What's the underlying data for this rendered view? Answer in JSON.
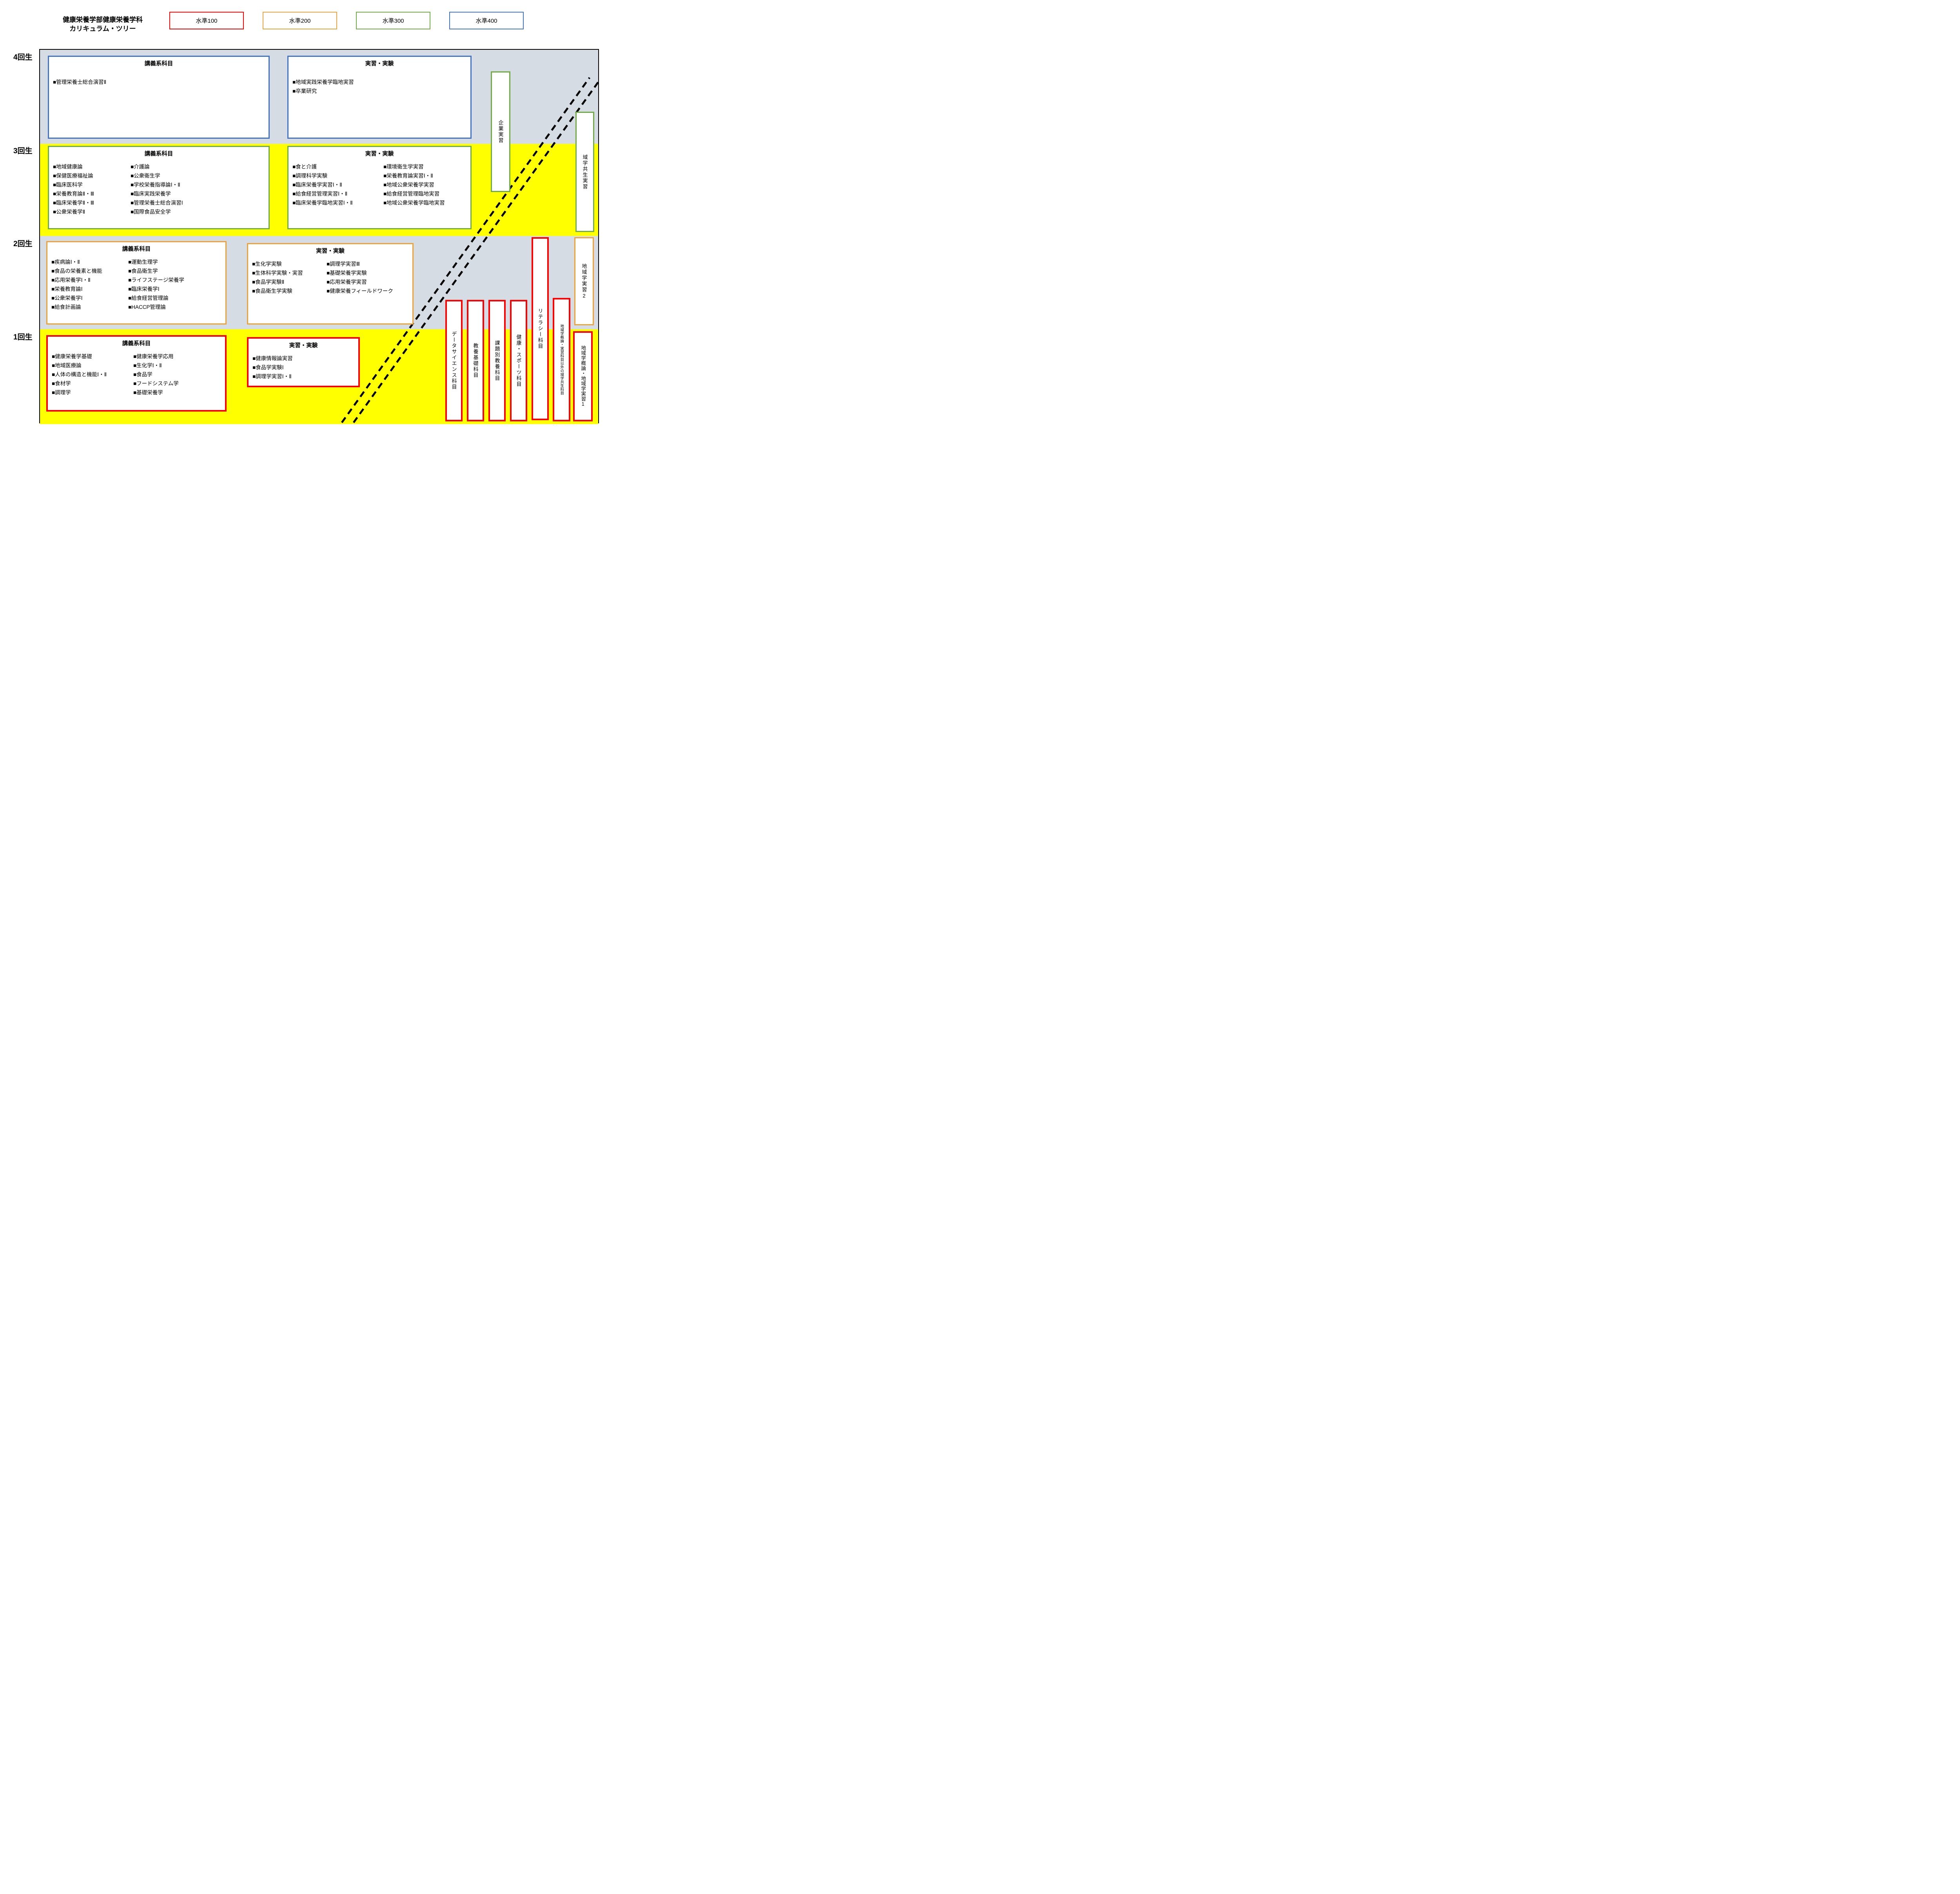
{
  "title": {
    "line1": "健康栄養学部健康栄養学科",
    "line2": "カリキュラム・ツリー"
  },
  "colors": {
    "level100": "#FF0000",
    "level200": "#EDA23C",
    "level300": "#70AD47",
    "level400": "#4472C4",
    "band_gray": "#D6DCE4",
    "band_yellow": "#FFFF00",
    "dash_line": "#000000"
  },
  "legend": {
    "items": [
      {
        "label": "水準100",
        "color": "#FF0000"
      },
      {
        "label": "水準200",
        "color": "#EDA23C"
      },
      {
        "label": "水準300",
        "color": "#70AD47"
      },
      {
        "label": "水準400",
        "color": "#4472C4"
      }
    ]
  },
  "row_labels": {
    "y4": "4回生",
    "y3": "3回生",
    "y2": "2回生",
    "y1": "1回生"
  },
  "headers": {
    "lecture": "講義系科目",
    "practice": "実習・実験"
  },
  "year4": {
    "lecture": {
      "header": "講義系科目",
      "items": [
        "■管理栄養士総合演習Ⅱ"
      ]
    },
    "practice": {
      "header": "実習・実験",
      "items": [
        "■地域実践栄養学臨地実習",
        "■卒業研究"
      ]
    }
  },
  "year3": {
    "lecture": {
      "header": "講義系科目",
      "col1": [
        "■地域健康論",
        "■保健医療福祉論",
        "■臨床医科学",
        "■栄養教育論Ⅱ・Ⅲ",
        "■臨床栄養学Ⅱ・Ⅲ",
        "■公衆栄養学Ⅱ"
      ],
      "col2": [
        "■介護論",
        "■公衆衛生学",
        "■学校栄養指導論Ⅰ・Ⅱ",
        "■臨床実践栄養学",
        "■管理栄養士総合演習Ⅰ",
        "■国際食品安全学"
      ]
    },
    "practice": {
      "header": "実習・実験",
      "col1": [
        "■食と介護",
        "■調理科学実験",
        "■臨床栄養学実習Ⅰ・Ⅱ",
        "■給食経営管理実習Ⅰ・Ⅱ",
        "■臨床栄養学臨地実習Ⅰ・Ⅱ"
      ],
      "col2": [
        "■環境衛生学実習",
        "■栄養教育論実習Ⅰ・Ⅱ",
        "■地域公衆栄養学実習",
        "■給食経営管理臨地実習",
        "■地域公衆栄養学臨地実習"
      ]
    }
  },
  "year2": {
    "lecture": {
      "header": "講義系科目",
      "col1": [
        "■疾病論Ⅰ・Ⅱ",
        "■食品の栄養素と機能",
        "■応用栄養学Ⅰ・Ⅱ",
        "■栄養教育論Ⅰ",
        "■公衆栄養学Ⅰ",
        "■給食計画論"
      ],
      "col2": [
        "■運動生理学",
        "■食品衛生学",
        "■ライフステージ栄養学",
        "■臨床栄養学Ⅰ",
        "■給食経営管理論",
        "■HACCP管理論"
      ]
    },
    "practice": {
      "header": "実習・実験",
      "col1": [
        "■生化学実験",
        "■生体科学実験・実習",
        "■食品学実験Ⅱ",
        "■食品衛生学実験"
      ],
      "col2": [
        "■調理学実習Ⅲ",
        "■基礎栄養学実験",
        "■応用栄養学実習",
        "■健康栄養フィールドワーク"
      ]
    }
  },
  "year1": {
    "lecture": {
      "header": "講義系科目",
      "col1": [
        "■健康栄養学基礎",
        "■地域医療論",
        "■人体の構造と機能Ⅰ・Ⅱ",
        "■食材学",
        "■調理学"
      ],
      "col2": [
        "■健康栄養学応用",
        "■生化学Ⅰ・Ⅱ",
        "■食品学",
        "■フードシステム学",
        "■基礎栄養学"
      ]
    },
    "practice": {
      "header": "実習・実験",
      "items": [
        "■健康情報論実習",
        "■食品学実験Ⅰ",
        "■調理学実習Ⅰ・Ⅱ"
      ]
    }
  },
  "vertical_boxes": {
    "corporate": {
      "label": "企業実習"
    },
    "community_coexist": {
      "label": "域学共生実習"
    },
    "community_practice2": {
      "label": "地域学実習2"
    },
    "literacy": {
      "label": "リテラシー科目"
    },
    "datascience": {
      "label": "データサイエンス科目"
    },
    "liberal_basic": {
      "label": "教養基礎科目"
    },
    "thematic_liberal": {
      "label": "課題別教養科目"
    },
    "health_sports": {
      "label": "健康・スポーツ科目"
    },
    "community_other": {
      "label": "地域学概論・実習科目以外の域学共生科目"
    },
    "community_intro_practice1": {
      "label": "地域学概論・地域学実習1"
    }
  }
}
